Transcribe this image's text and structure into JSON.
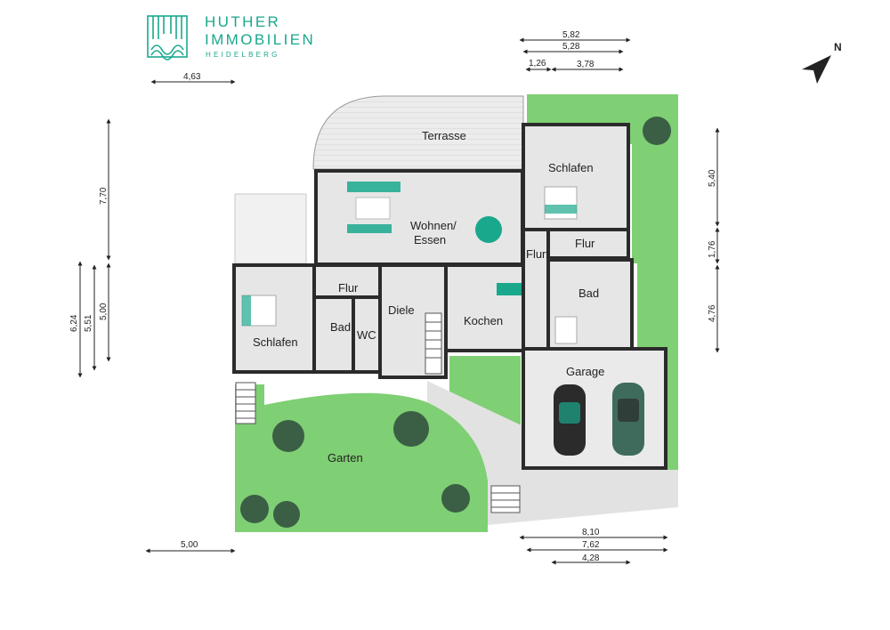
{
  "brand": {
    "line1": "HUTHER",
    "line2": "IMMOBILIEN",
    "line3": "HEIDELBERG",
    "color": "#1aa88d"
  },
  "north": {
    "label": "N"
  },
  "rooms": {
    "terrasse": "Terrasse",
    "wohnen_line1": "Wohnen/",
    "wohnen_line2": "Essen",
    "schlafen_ne": "Schlafen",
    "flur_ne": "Flur",
    "flurt": "Flurt",
    "bad_ne": "Bad",
    "flur_w": "Flur",
    "diele": "Diele",
    "kochen": "Kochen",
    "schlafen_w": "Schlafen",
    "bad_w": "Bad",
    "wc": "WC",
    "garage": "Garage",
    "garten": "Garten"
  },
  "dimensions": {
    "top_582": "5,82",
    "top_528": "5,28",
    "top_126": "1,26",
    "top_378": "3,78",
    "left_463": "4,63",
    "v_770": "7,70",
    "v_624": "6,24",
    "v_551": "5,51",
    "v_500": "5,00",
    "v_540": "5,40",
    "v_176": "1,76",
    "v_476": "4,76",
    "bottom_810": "8,10",
    "bottom_762": "7,62",
    "bottom_428": "4,28",
    "bottom_500": "5,00"
  },
  "colors": {
    "lawn": "#7fcf74",
    "floor": "#e6e6e6",
    "wall": "#2b2b2b",
    "accent": "#1aa88d",
    "car": "#2f4f46"
  }
}
